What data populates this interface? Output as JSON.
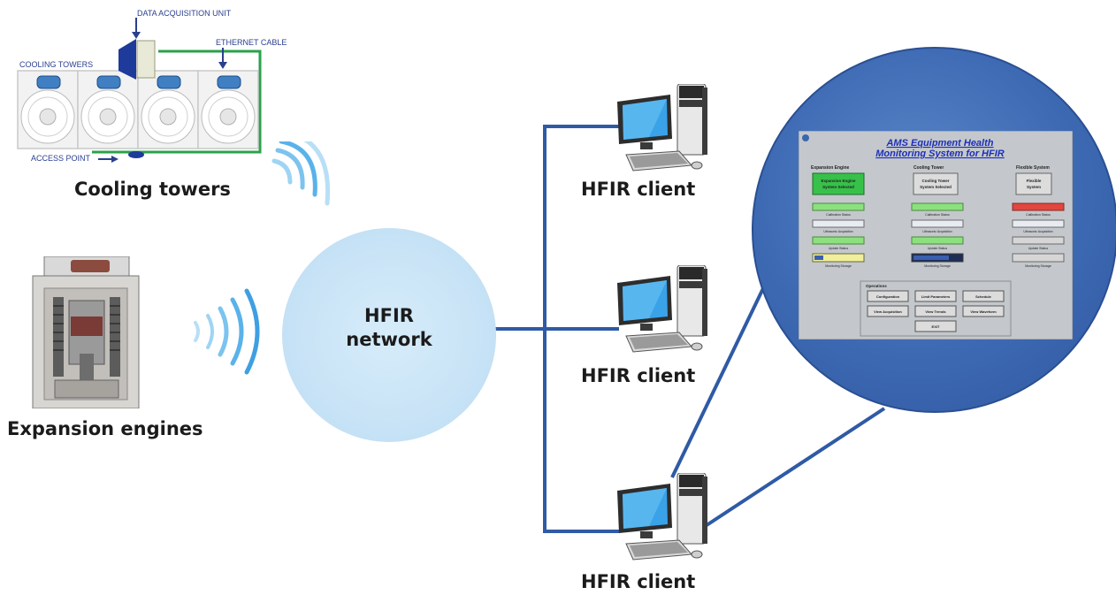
{
  "cooling": {
    "title": "Cooling towers",
    "daq_label": "DATA ACQUISITION UNIT",
    "ethernet_label": "ETHERNET CABLE",
    "towers_label": "COOLING TOWERS",
    "access_point_label": "ACCESS POINT"
  },
  "engines": {
    "title": "Expansion engines"
  },
  "network": {
    "line1": "HFIR",
    "line2": "network"
  },
  "clients": [
    {
      "label": "HFIR client"
    },
    {
      "label": "HFIR client"
    },
    {
      "label": "HFIR client"
    }
  ],
  "monitor": {
    "title_line1": "AMS Equipment Health",
    "title_line2": "Monitoring System for HFIR",
    "sections": [
      {
        "name": "Expansion Engine",
        "button_line1": "Expansion Engine",
        "button_line2": "System Selected",
        "selected": true
      },
      {
        "name": "Cooling Tower",
        "button_line1": "Cooling Tower",
        "button_line2": "System Selected",
        "selected": false
      },
      {
        "name": "Flexible System",
        "button_line1": "Flexible",
        "button_line2": "System",
        "selected": false
      }
    ],
    "status_labels": [
      "Calibration Status",
      "Ultrasonic Acquisition",
      "Update Status",
      "Monitoring Storage"
    ],
    "operations_title": "Operations",
    "operations": [
      "Configuration",
      "Limit Parameters",
      "Schedule",
      "View Acquisition",
      "View Trends",
      "View Waveform",
      "EXIT"
    ]
  },
  "colors": {
    "accent_blue": "#2e58a6",
    "network_fill": "#cfe6f7",
    "panel_bg": "#c4c8cc",
    "selected_green": "#37c14a",
    "status_green": "#8de07e",
    "status_red": "#e0473f",
    "status_yellow": "#f1ef9b",
    "title_blue": "#1d2fb7"
  }
}
